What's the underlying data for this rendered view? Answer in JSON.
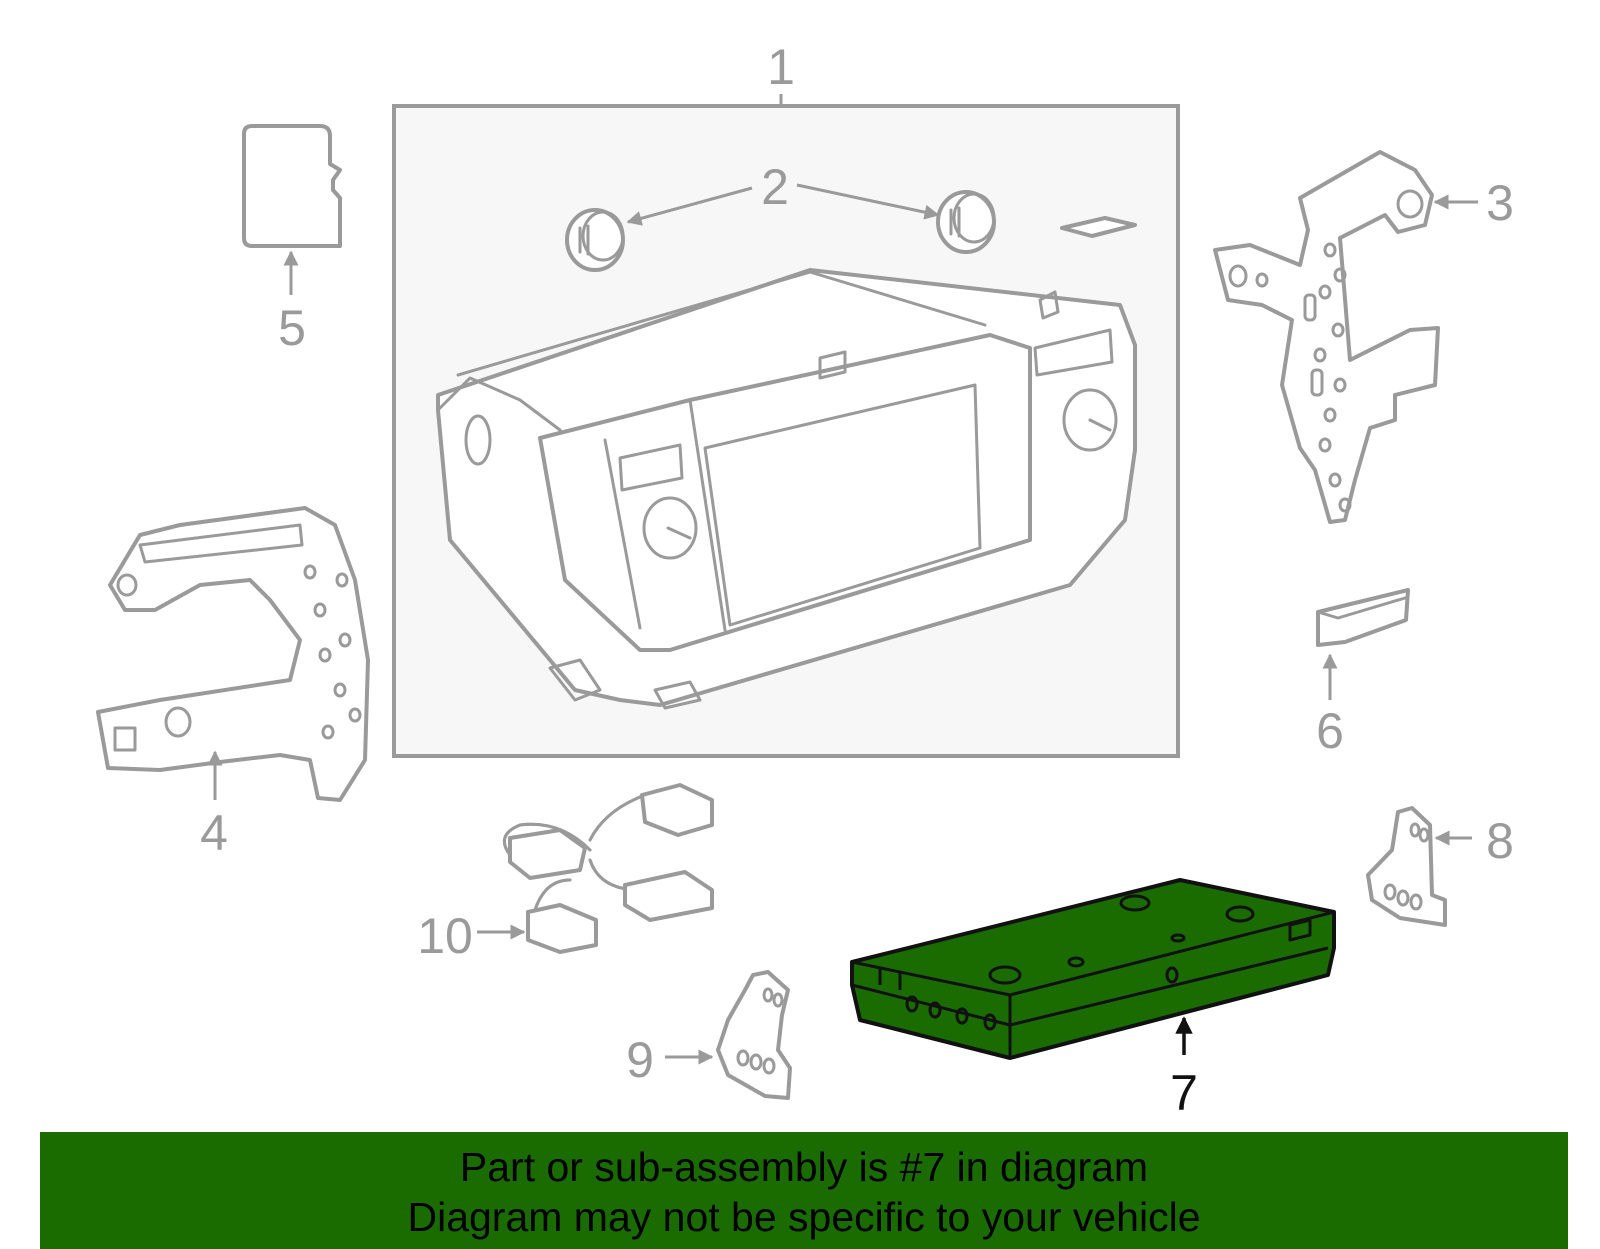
{
  "callouts": {
    "c1": "1",
    "c2": "2",
    "c3": "3",
    "c4": "4",
    "c5": "5",
    "c6": "6",
    "c7": "7",
    "c8": "8",
    "c9": "9",
    "c10": "10"
  },
  "highlighted_part": "7",
  "colors": {
    "highlight": "#1a6b00",
    "line": "#9a9a9a",
    "panel": "#f7f7f7"
  },
  "banner": {
    "line1": "Part or sub-assembly is #7 in diagram",
    "line2": "Diagram may not be specific to your vehicle"
  }
}
